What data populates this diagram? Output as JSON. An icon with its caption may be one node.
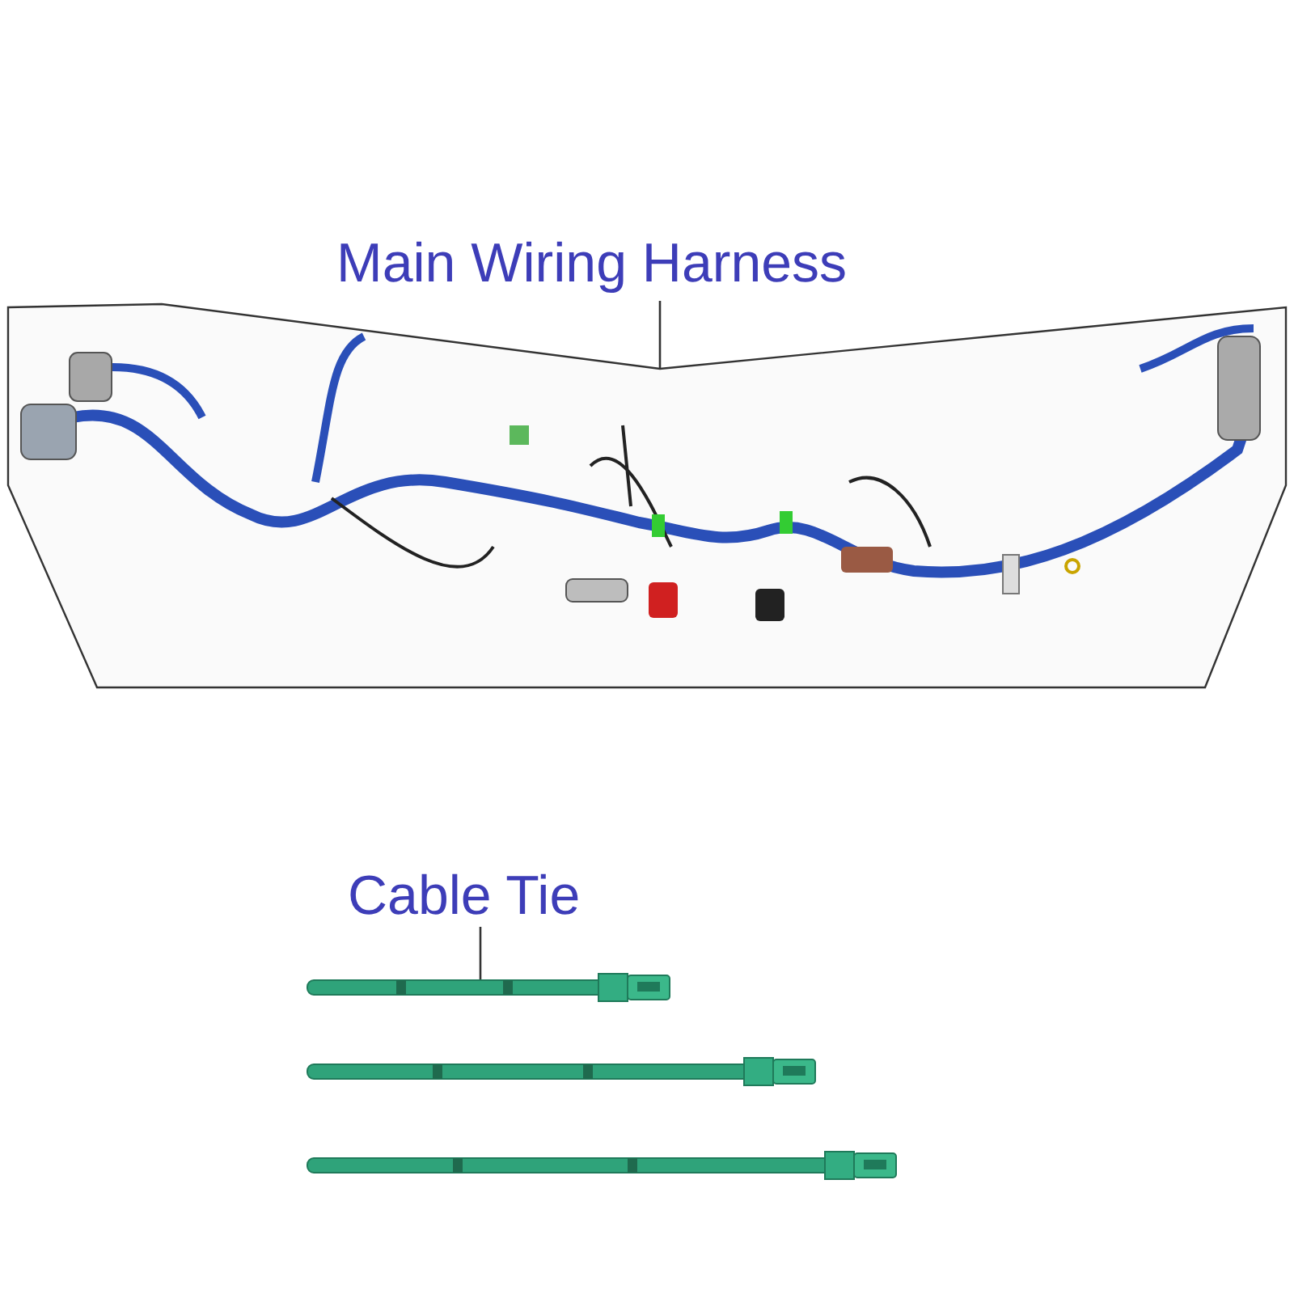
{
  "diagram": {
    "nodes": [
      {
        "text": [
          "Main Wiring Harness"
        ]
      },
      {
        "text": [],
        "shape": "picture"
      },
      {
        "text": [
          "Cable Tie"
        ]
      },
      {
        "text": [],
        "shape": "picture"
      }
    ],
    "edges": [
      {
        "from": 0,
        "to": 1,
        "arrow": "none"
      },
      {
        "from": 2,
        "to": 3,
        "arrow": "none"
      }
    ]
  }
}
